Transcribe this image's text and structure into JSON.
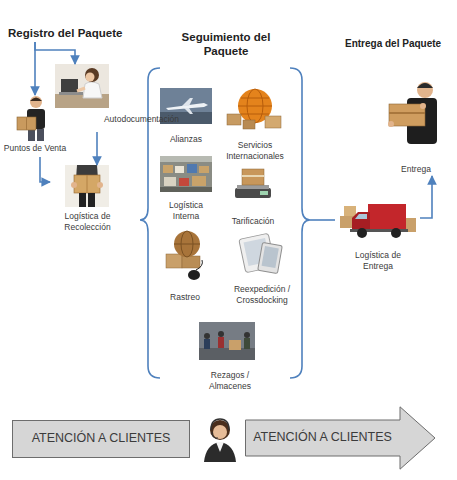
{
  "diagram": {
    "nodes": [
      {
        "text": [
          "Registro del Paquete"
        ]
      },
      {
        "text": [
          "Autodocumentación"
        ]
      },
      {
        "text": [
          "Puntos de Venta"
        ]
      },
      {
        "text": [
          "Logística de Recolección"
        ]
      },
      {
        "text": [
          "Seguimiento del Paquete"
        ]
      },
      {
        "text": [
          "Alianzas"
        ],
        "in": 4
      },
      {
        "text": [
          "Servicios Internacionales"
        ],
        "in": 4
      },
      {
        "text": [
          "Logística Interna"
        ],
        "in": 4
      },
      {
        "text": [
          "Tarificación"
        ],
        "in": 4
      },
      {
        "text": [
          "Rastreo"
        ],
        "in": 4
      },
      {
        "text": [
          "Reexpedición / Crossdocking"
        ],
        "in": 4
      },
      {
        "text": [
          "Rezagos / Almacenes"
        ],
        "in": 4
      },
      {
        "text": [
          "Logística de Entrega"
        ]
      },
      {
        "text": [
          "Entrega"
        ]
      },
      {
        "text": [
          "ATENCIÓN A CLIENTES"
        ]
      },
      {
        "text": [
          "ATENCIÓN A CLIENTES"
        ]
      }
    ],
    "edges": [
      {
        "from": 0,
        "to": 1,
        "arrow": "to"
      },
      {
        "from": 0,
        "to": 2,
        "arrow": "to"
      },
      {
        "from": 1,
        "to": 3,
        "arrow": "to"
      },
      {
        "from": 2,
        "to": 3,
        "arrow": "to"
      },
      {
        "from": 4,
        "to": 12,
        "arrow": "none"
      },
      {
        "from": 12,
        "to": 13,
        "arrow": "to"
      }
    ],
    "labels": [
      "Entrega del Paquete"
    ]
  }
}
